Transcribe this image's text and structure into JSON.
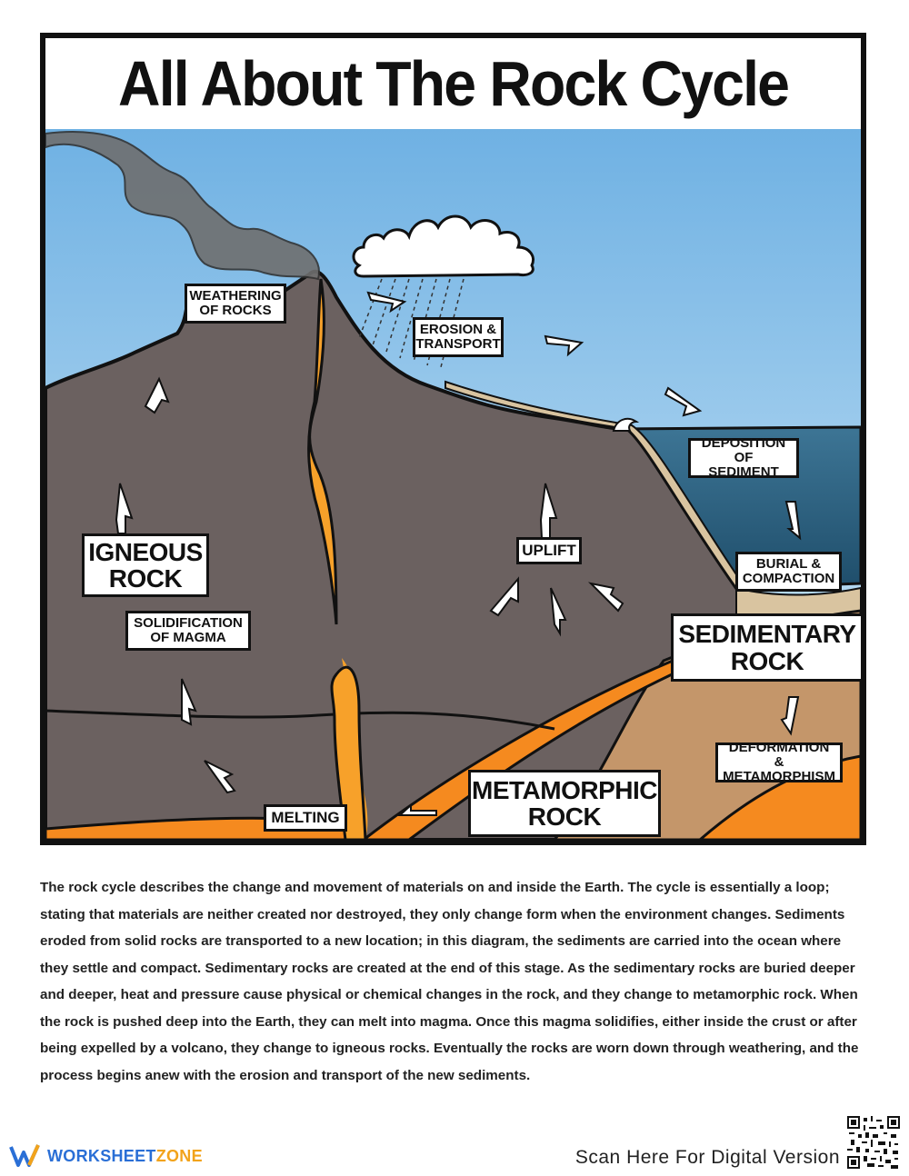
{
  "title": "All About The Rock Cycle",
  "labels": {
    "weathering": "WEATHERING\nOF ROCKS",
    "erosion": "EROSION &\nTRANSPORT",
    "deposition": "DEPOSITION OF\nSEDIMENT",
    "burial": "BURIAL &\nCOMPACTION",
    "sedimentary": "SEDIMENTARY\nROCK",
    "deformation": "DEFORMATION &\nMETAMORPHISM",
    "metamorphic": "METAMORPHIC\nROCK",
    "melting": "MELTING",
    "solidification": "SOLIDIFICATION\nOF MAGMA",
    "igneous": "IGNEOUS\nROCK",
    "uplift": "UPLIFT"
  },
  "description": "The rock cycle describes the change and movement of materials on and inside the Earth. The cycle is essentially a loop; stating that materials are neither created nor destroyed, they only change form when the environment changes. Sediments eroded from solid rocks are transported to a new location; in this diagram, the sediments are carried into the ocean where they settle and compact. Sedimentary rocks are created at the end of this stage. As the sedimentary rocks are buried deeper and deeper, heat and pressure cause physical or chemical changes in the rock, and they change to metamorphic rock. When the rock is pushed deep into the Earth, they can melt into magma. Once this magma solidifies, either inside the crust or after being expelled by a volcano, they change to igneous rocks. Eventually the rocks are worn down through weathering, and the process begins anew with the erosion and transport of the new sediments.",
  "footer": {
    "brand_main": "WORKSHEET",
    "brand_accent": "ZONE",
    "scan_text": "Scan Here For Digital Version"
  },
  "colors": {
    "sky": "#a9d3ef",
    "rock": "#6b6160",
    "ocean": "#2f6585",
    "magma": "#f7a12a",
    "sediment": "#c4966a"
  }
}
